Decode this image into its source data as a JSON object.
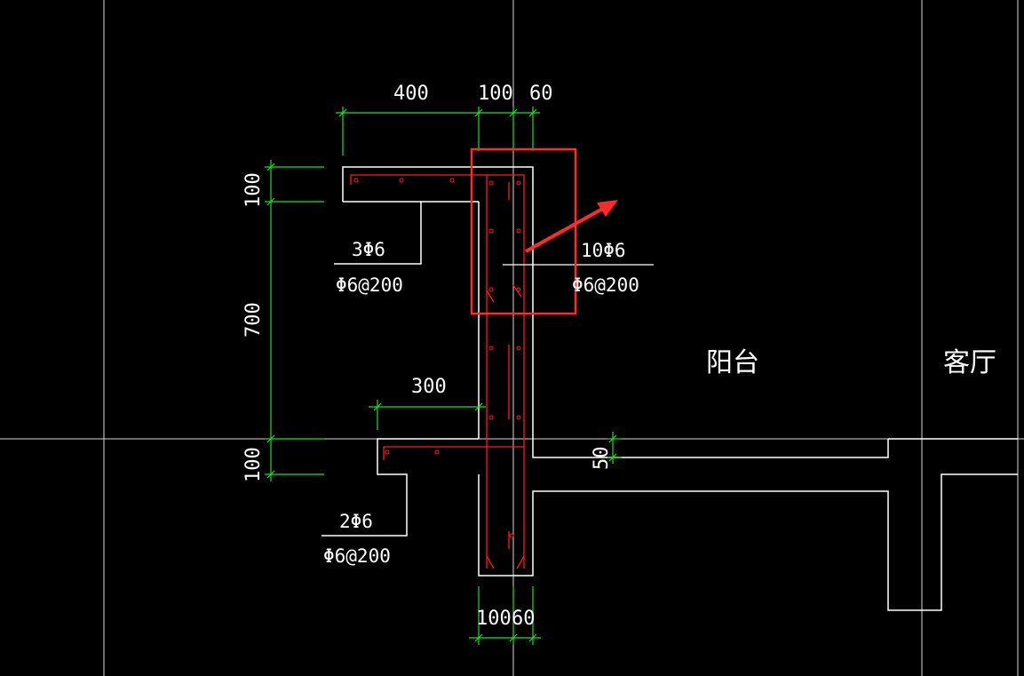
{
  "dimensions": {
    "top_400": "400",
    "top_100": "100",
    "top_60": "60",
    "left_100_top": "100",
    "left_700": "700",
    "left_100_bottom": "100",
    "mid_300": "300",
    "right_50": "50",
    "bottom_100": "100",
    "bottom_60": "60"
  },
  "rebar_labels": {
    "upper_left_bars": "3Φ6",
    "upper_left_stirrup": "Φ6@200",
    "highlighted_bars": "10Φ6",
    "highlighted_stirrup": "Φ6@200",
    "lower_left_bars": "2Φ6",
    "lower_left_stirrup": "Φ6@200"
  },
  "rooms": {
    "balcony": "阳台",
    "living_room": "客厅"
  },
  "colors": {
    "background": "#000000",
    "outline": "#ffffff",
    "dimension_lines": "#00ff00",
    "rebar": "#ff0000",
    "highlight_box": "#ff2a2a",
    "axis_lines": "#d8d8d8"
  }
}
